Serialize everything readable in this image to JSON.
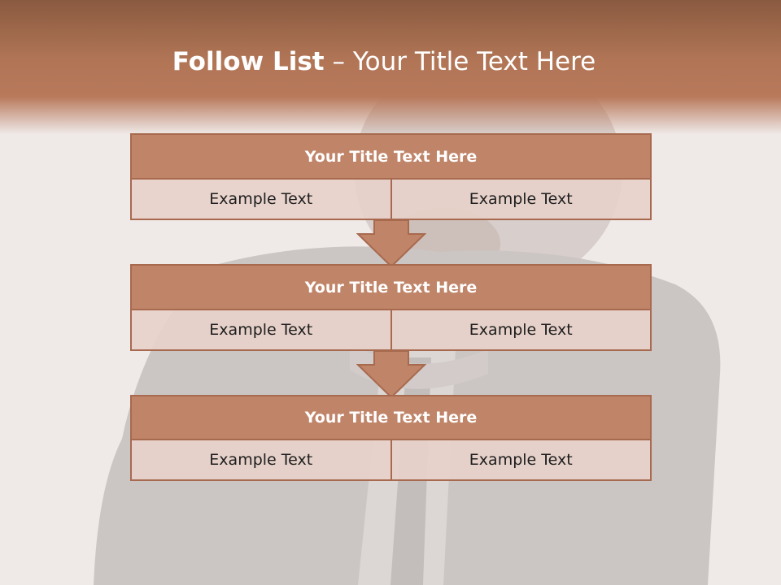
{
  "slide": {
    "title_bold": "Follow List",
    "title_rest": " – Your Title Text Here"
  },
  "blocks": [
    {
      "title": "Your Title Text Here",
      "left": "Example Text",
      "right": "Example Text"
    },
    {
      "title": "Your Title Text Here",
      "left": "Example Text",
      "right": "Example Text"
    },
    {
      "title": "Your Title Text Here",
      "left": "Example Text",
      "right": "Example Text"
    }
  ],
  "colors": {
    "header": "#b8795b",
    "block_title": "#c08468",
    "block_border": "#a86a4f",
    "cell_fill": "#e8d1ca",
    "background": "#efe9e8"
  },
  "icons": [
    "down-arrow-icon"
  ]
}
